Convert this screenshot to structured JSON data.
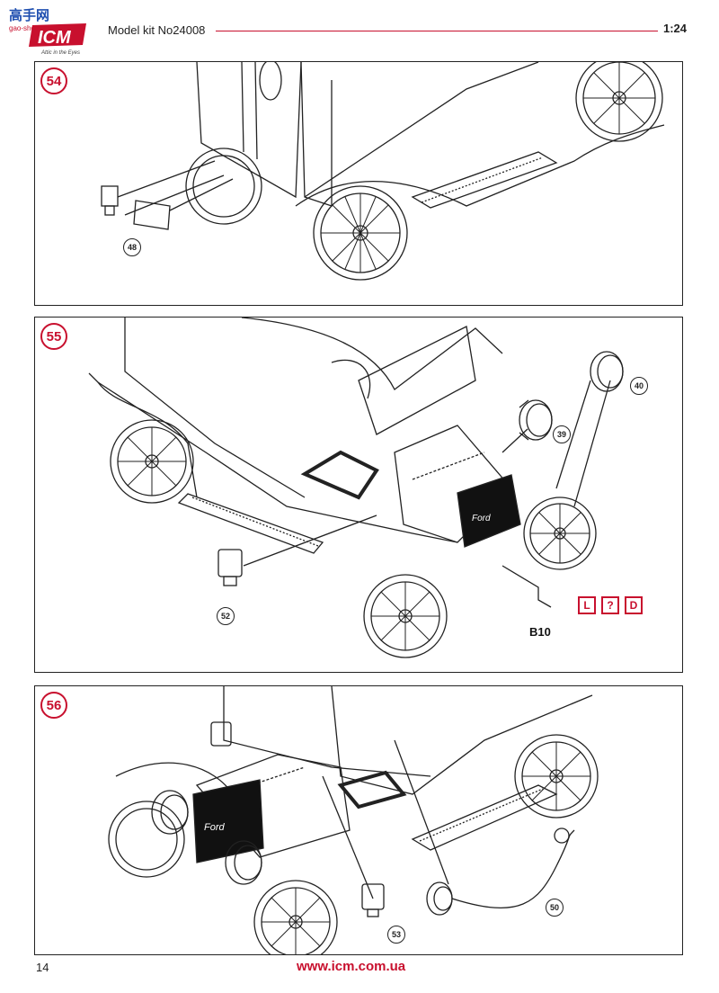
{
  "header": {
    "logo_cn": "高手网",
    "logo_site": "gao-shou.com",
    "logo_brand": "ICM",
    "logo_slogan": "Attic in the Eyes",
    "kit_title": "Model kit No24008",
    "scale": "1:24"
  },
  "steps": [
    {
      "number": "54",
      "parts": [
        "48"
      ]
    },
    {
      "number": "55",
      "parts": [
        "40",
        "39",
        "52"
      ],
      "part_code": "B10",
      "color_codes": [
        "L",
        "?",
        "D"
      ]
    },
    {
      "number": "56",
      "parts": [
        "50",
        "53"
      ]
    }
  ],
  "footer": {
    "page_number": "14",
    "website": "www.icm.com.ua"
  },
  "colors": {
    "accent": "#c8102e",
    "line": "#222222"
  }
}
